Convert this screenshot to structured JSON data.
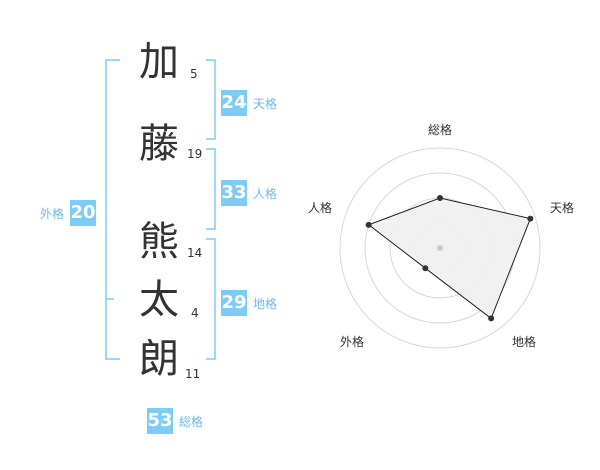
{
  "colors": {
    "accent": "#7ecbf5",
    "label": "#6bbbe8",
    "bracket": "#7ecbf5",
    "text": "#333333"
  },
  "name": {
    "characters": [
      {
        "char": "加",
        "strokes": "5"
      },
      {
        "char": "藤",
        "strokes": "19"
      },
      {
        "char": "熊",
        "strokes": "14"
      },
      {
        "char": "太",
        "strokes": "4"
      },
      {
        "char": "朗",
        "strokes": "11"
      }
    ]
  },
  "fortunes": {
    "tenkaku": {
      "value": "24",
      "label": "天格"
    },
    "jinkaku": {
      "value": "33",
      "label": "人格"
    },
    "chikaku": {
      "value": "29",
      "label": "地格"
    },
    "gaikaku": {
      "value": "20",
      "label": "外格"
    },
    "soukaku": {
      "value": "53",
      "label": "総格"
    }
  },
  "chart_data": {
    "type": "radar",
    "axes": [
      "総格",
      "天格",
      "地格",
      "外格",
      "人格"
    ],
    "values": [
      0.5,
      0.95,
      0.87,
      0.25,
      0.75
    ],
    "range": [
      0,
      1
    ],
    "rings": 4,
    "grid": true
  }
}
